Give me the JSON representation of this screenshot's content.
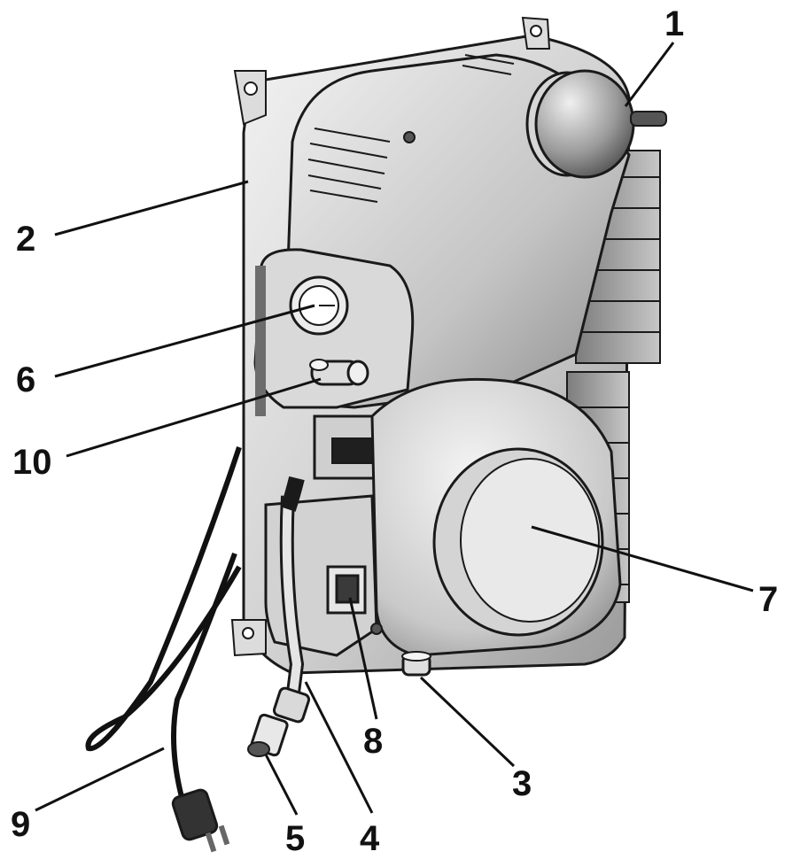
{
  "callouts": [
    {
      "id": "1",
      "label": "1"
    },
    {
      "id": "2",
      "label": "2"
    },
    {
      "id": "3",
      "label": "3"
    },
    {
      "id": "4",
      "label": "4"
    },
    {
      "id": "5",
      "label": "5"
    },
    {
      "id": "6",
      "label": "6"
    },
    {
      "id": "7",
      "label": "7"
    },
    {
      "id": "8",
      "label": "8"
    },
    {
      "id": "9",
      "label": "9"
    },
    {
      "id": "10",
      "label": "10"
    }
  ],
  "colors": {
    "ink": "#111111",
    "housing_light": "#e6e6e6",
    "housing_mid": "#c8c8c8",
    "housing_dark": "#8a8a8a"
  }
}
